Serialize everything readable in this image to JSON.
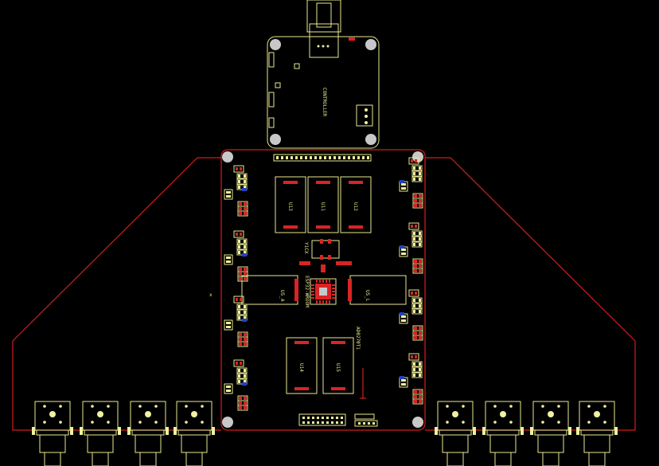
{
  "board": {
    "outline_color": "#d21e1e",
    "silkscreen_color": "#e8e890",
    "pad_color": "#d82424",
    "background_color": "#000000"
  },
  "labels": {
    "controller": "CONTROLLER",
    "u13": "U13",
    "u11": "U11",
    "u12": "U12",
    "u5_a": "U5_A",
    "u5_b": "U5_L",
    "u14": "U14",
    "u15": "U15",
    "chip_main": "ESP32-WROOM",
    "chip_right": "AD0270T1",
    "xtal": "Y1CX",
    "marker_x": "x"
  }
}
